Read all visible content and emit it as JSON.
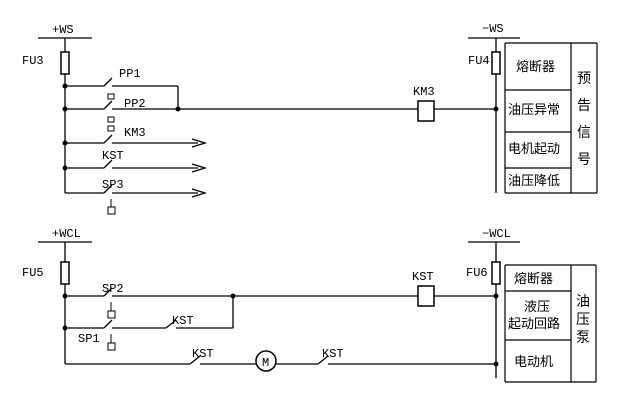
{
  "bus": {
    "ws_pos": "+WS",
    "ws_neg": "−WS",
    "wcl_pos": "+WCL",
    "wcl_neg": "−WCL"
  },
  "fuses": {
    "fu3": "FU3",
    "fu4": "FU4",
    "fu5": "FU5",
    "fu6": "FU6"
  },
  "contacts": {
    "pp1": "PP1",
    "pp2": "PP2",
    "km3_contact": "KM3",
    "kst_top": "KST",
    "sp3": "SP3",
    "sp2": "SP2",
    "kst_seal": "KST",
    "sp1": "SP1",
    "kst_motor_left": "KST",
    "kst_motor_right": "KST"
  },
  "coils": {
    "km3": "KM3",
    "kst": "KST"
  },
  "motor": {
    "symbol": "M"
  },
  "table_signal": {
    "rows": [
      "熔断器",
      "油压异常",
      "电机起动",
      "油压降低"
    ],
    "group_chars": [
      "预",
      "告",
      "信",
      "号"
    ]
  },
  "table_pump": {
    "row1": "熔断器",
    "row2_line1": "液压",
    "row2_line2": "起动回路",
    "row3": "电动机",
    "group_chars": [
      "油",
      "压",
      "泵"
    ]
  }
}
